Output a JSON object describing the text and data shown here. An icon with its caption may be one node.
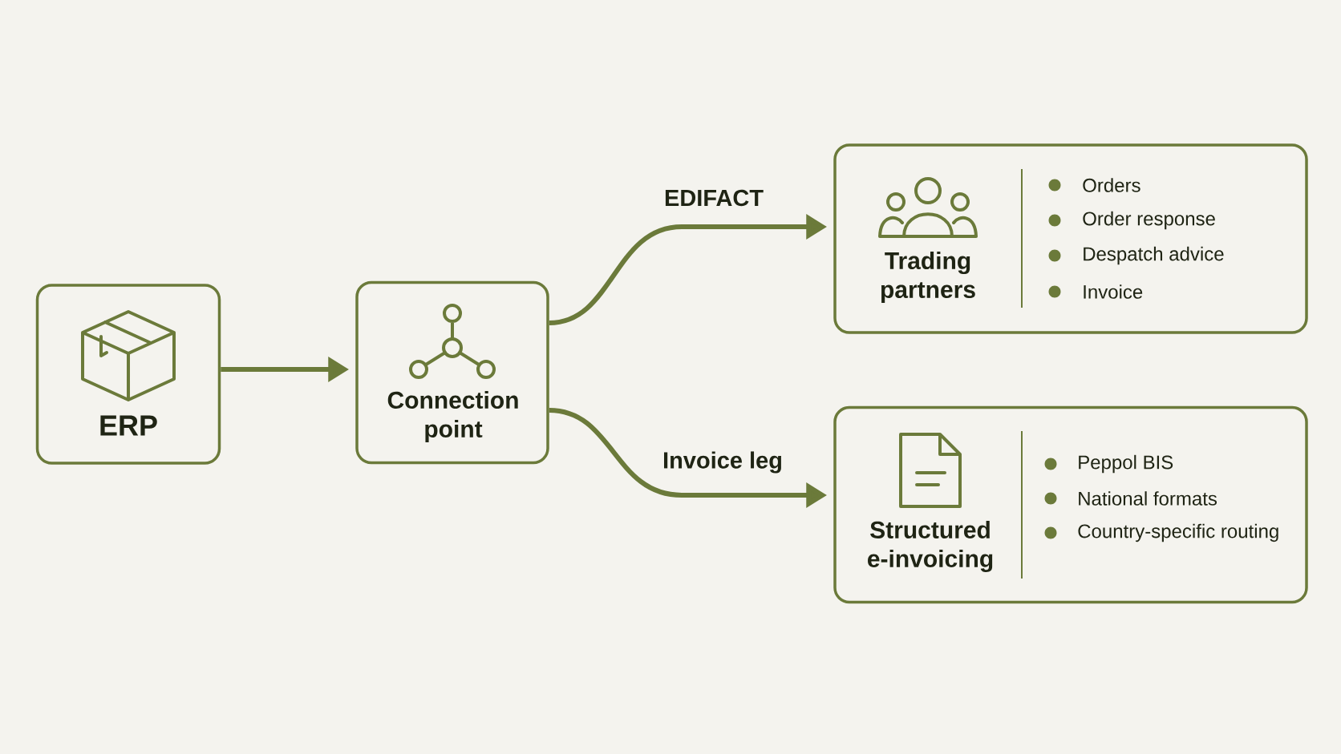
{
  "diagram": {
    "nodes": [
      {
        "text": [
          "ERP"
        ]
      },
      {
        "text": [
          "Connection point"
        ]
      },
      {
        "text": [
          "Trading partners",
          "Orders",
          "Order response",
          "Despatch advice",
          "Invoice"
        ]
      },
      {
        "text": [
          "Structured e-invoicing",
          "Peppol BIS",
          "National formats",
          "Country-specific routing"
        ]
      }
    ],
    "edges": [
      {
        "from": 0,
        "to": 1,
        "arrow": "to"
      },
      {
        "from": 1,
        "to": 2,
        "arrow": "to",
        "label": "EDIFACT"
      },
      {
        "from": 1,
        "to": 3,
        "arrow": "to",
        "label": "Invoice leg"
      }
    ]
  }
}
